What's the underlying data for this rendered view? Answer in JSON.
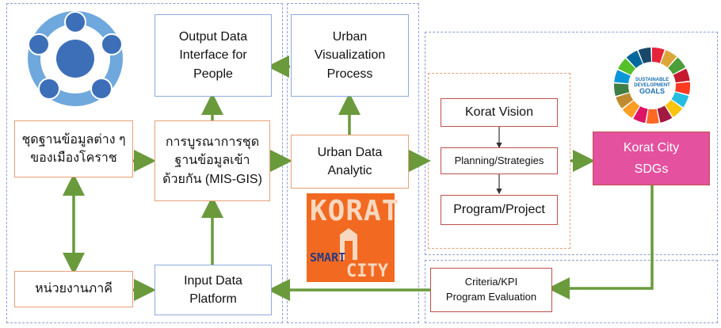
{
  "nodes": {
    "output_data": "Output Data\nInterface for\nPeople",
    "urban_vis": "Urban\nVisualization\nProcess",
    "city_datasets": "ชุดฐานข้อมูลต่าง ๆ\nของเมืองโคราช",
    "integration": "การบูรณาการชุด\nฐานข้อมูลเข้า\nด้วยกัน (MIS-GIS)",
    "urban_analytic": "Urban Data\nAnalytic",
    "partners": "หน่วยงานภาคี",
    "input_platform": "Input Data\nPlatform",
    "korat_vision": "Korat Vision",
    "planning": "Planning/Strategies",
    "program": "Program/Project",
    "criteria": "Criteria/KPI\nProgram Evaluation",
    "sdgs_line1": "Korat City",
    "sdgs_line2": "SDGs"
  },
  "logo": {
    "korat": "KORAT",
    "smart": "SMART",
    "city": "CITY"
  },
  "sdg_badge": {
    "line1": "SUSTAINABLE",
    "line2": "DEVELOPMENT",
    "line3": "GOALS"
  },
  "colors": {
    "arrow": "#6a9a3c",
    "sdgs_fill": "#e4529f",
    "dashed_border": "#8da0d8",
    "orange_border": "#e8a07a",
    "logo_bg": "#f26a21"
  }
}
